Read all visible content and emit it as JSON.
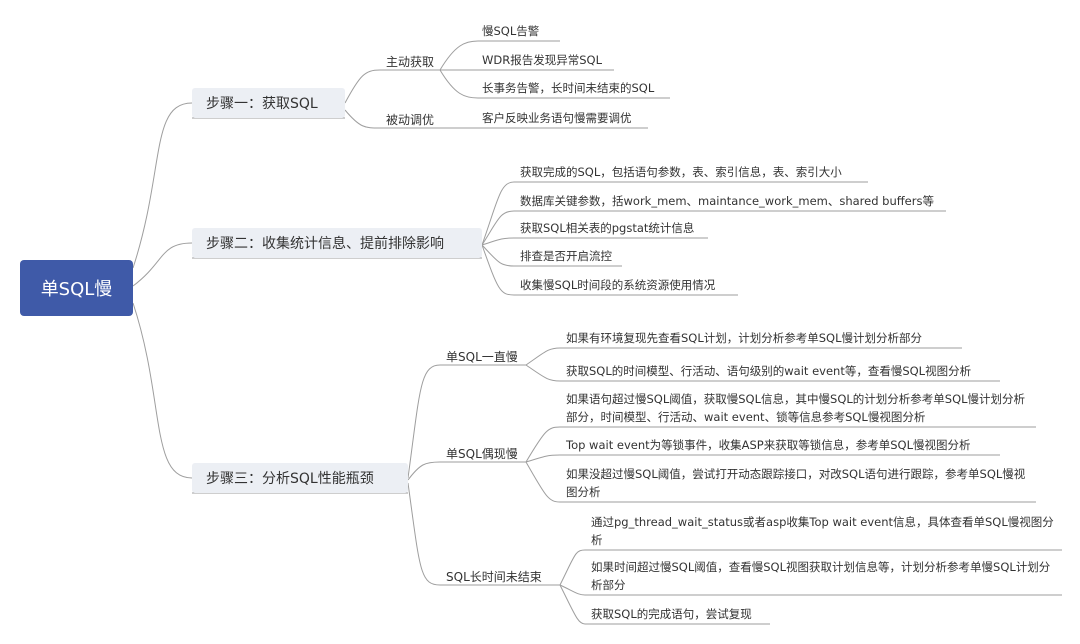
{
  "root": "单SQL慢",
  "steps": [
    {
      "label": "步骤一：获取SQL",
      "groups": [
        {
          "label": "主动获取",
          "items": [
            "慢SQL告警",
            "WDR报告发现异常SQL",
            "长事务告警，长时间未结束的SQL"
          ]
        },
        {
          "label": "被动调优",
          "items": [
            "客户反映业务语句慢需要调优"
          ]
        }
      ]
    },
    {
      "label": "步骤二：收集统计信息、提前排除影响",
      "items": [
        "获取完成的SQL，包括语句参数，表、索引信息，表、索引大小",
        "数据库关键参数，括work_mem、maintance_work_mem、shared buffers等",
        "获取SQL相关表的pgstat统计信息",
        "排查是否开启流控",
        "收集慢SQL时间段的系统资源使用情况"
      ]
    },
    {
      "label": "步骤三：分析SQL性能瓶颈",
      "groups": [
        {
          "label": "单SQL一直慢",
          "items": [
            "如果有环境复现先查看SQL计划，计划分析参考单SQL慢计划分析部分",
            "获取SQL的时间模型、行活动、语句级别的wait event等，查看慢SQL视图分析"
          ]
        },
        {
          "label": "单SQL偶现慢",
          "items": [
            "如果语句超过慢SQL阈值，获取慢SQL信息，其中慢SQL的计划分析参考单SQL慢计划分析部分，时间模型、行活动、wait event、锁等信息参考SQL慢视图分析",
            "Top wait event为等锁事件，收集ASP来获取等锁信息，参考单SQL慢视图分析",
            "如果没超过慢SQL阈值，尝试打开动态跟踪接口，对改SQL语句进行跟踪，参考单SQL慢视图分析"
          ]
        },
        {
          "label": "SQL长时间未结束",
          "items": [
            "通过pg_thread_wait_status或者asp收集Top wait event信息，具体查看单SQL慢视图分析",
            "如果时间超过慢SQL阈值，查看慢SQL视图获取计划信息等，计划分析参考单慢SQL计划分析部分",
            "获取SQL的完成语句，尝试复现"
          ]
        }
      ]
    }
  ]
}
